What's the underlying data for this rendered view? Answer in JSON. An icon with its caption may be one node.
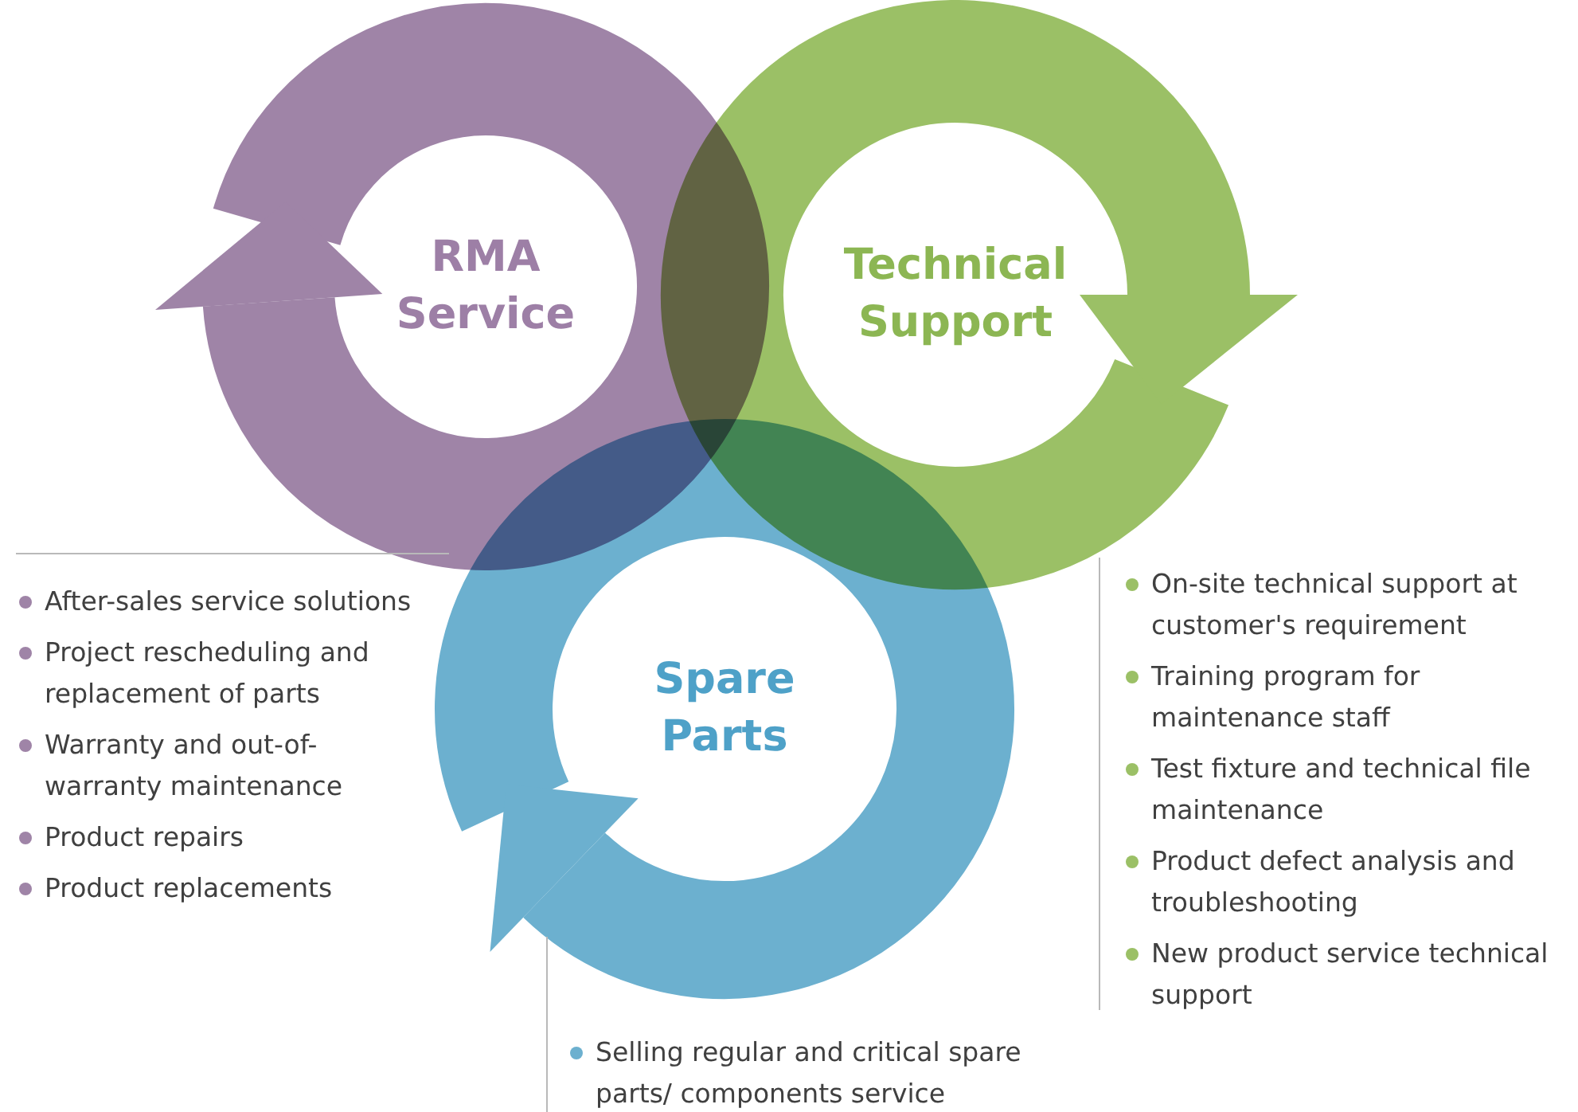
{
  "diagram": {
    "nodes": [
      {
        "text": [
          "RMA Service"
        ],
        "beside": [
          "After-sales service solutions",
          "Project rescheduling and replacement of parts",
          "Warranty and out-of-warranty maintenance",
          "Product repairs",
          "Product replacements"
        ]
      },
      {
        "text": [
          "Technical Support"
        ],
        "beside": [
          "On-site technical support at customer's requirement",
          "Training program for maintenance staff",
          "Test fixture and technical file maintenance",
          "Product defect analysis and troubleshooting",
          "New product service technical support"
        ]
      },
      {
        "text": [
          "Spare Parts"
        ],
        "beside": [
          "Selling regular and critical spare parts/ components service"
        ]
      }
    ]
  }
}
